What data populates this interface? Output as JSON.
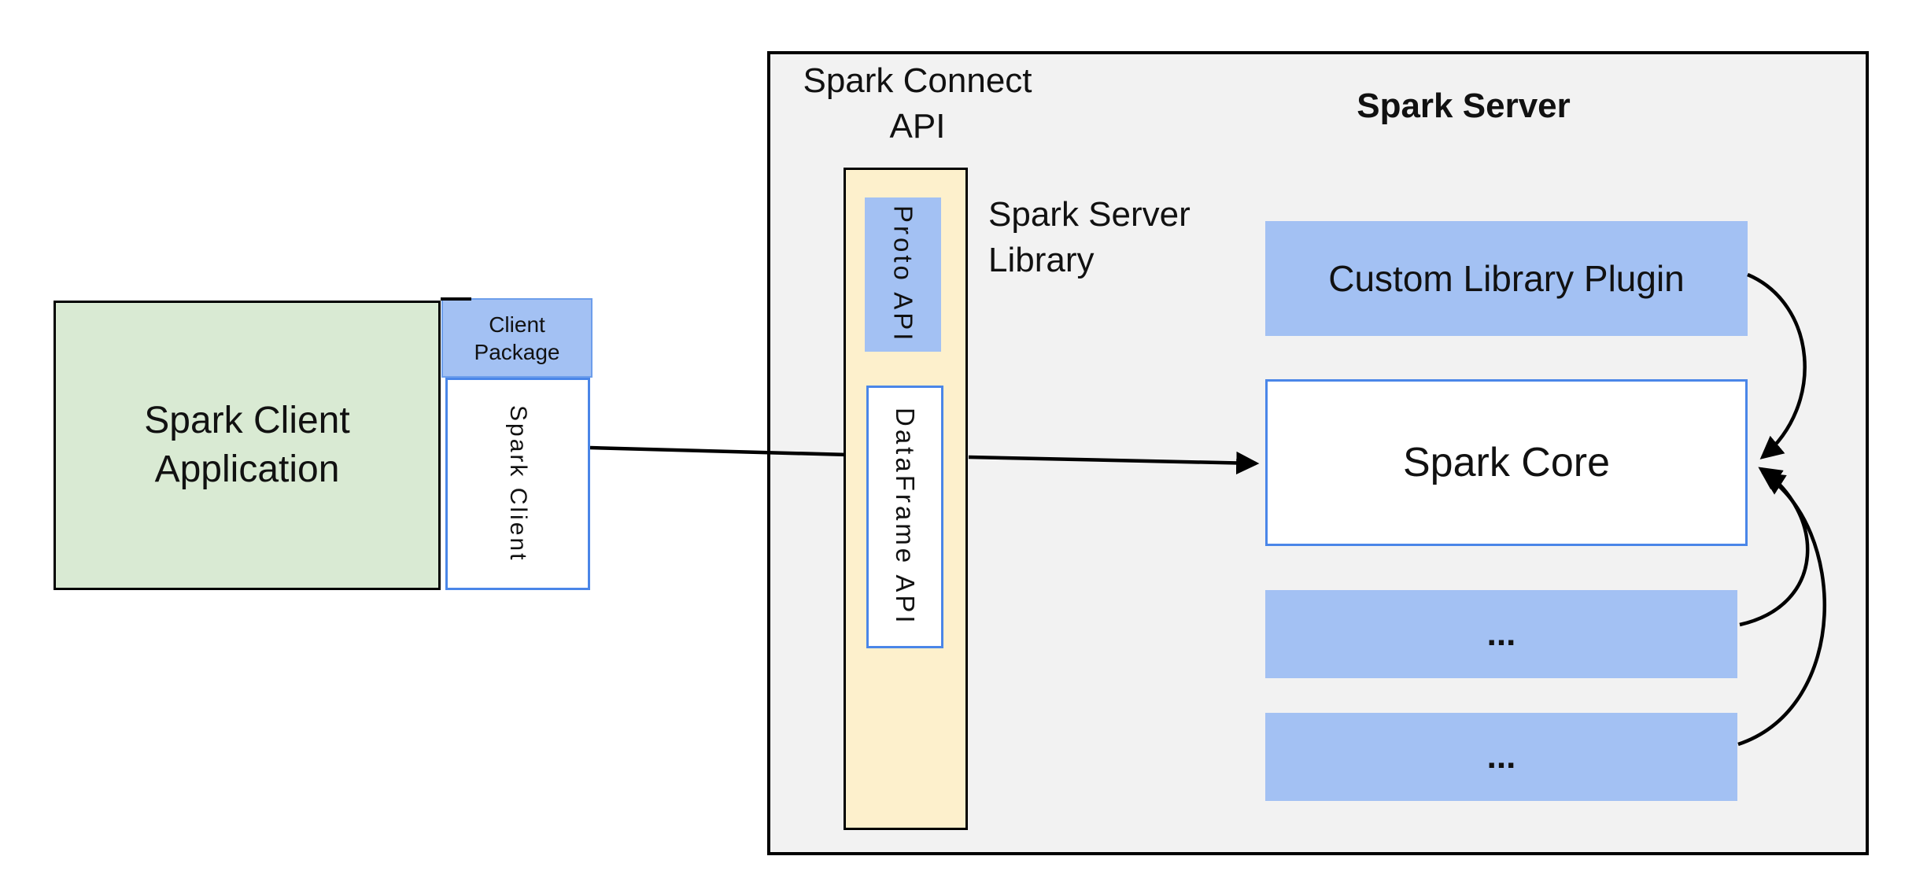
{
  "colors": {
    "server_container_fill": "#f2f2f2",
    "client_app_fill": "#d9ead3",
    "blue_fill": "#a3c1f3",
    "cream_fill": "#fdf0cc",
    "blue_border": "#4a86e8",
    "line_black": "#000000"
  },
  "client": {
    "app_label_line1": "Spark Client",
    "app_label_line2": "Application",
    "package_label_line1": "Client",
    "package_label_line2": "Package",
    "spark_client_label": "Spark Client"
  },
  "connect_api": {
    "title_line1": "Spark Connect",
    "title_line2": "API",
    "proto_api_label": "Proto  API",
    "dataframe_api_label": "DataFrame API",
    "library_label_line1": "Spark Server",
    "library_label_line2": "Library"
  },
  "server": {
    "title": "Spark Server",
    "plugin_label": "Custom Library Plugin",
    "core_label": "Spark Core",
    "module_placeholder_1": "...",
    "module_placeholder_2": "..."
  }
}
